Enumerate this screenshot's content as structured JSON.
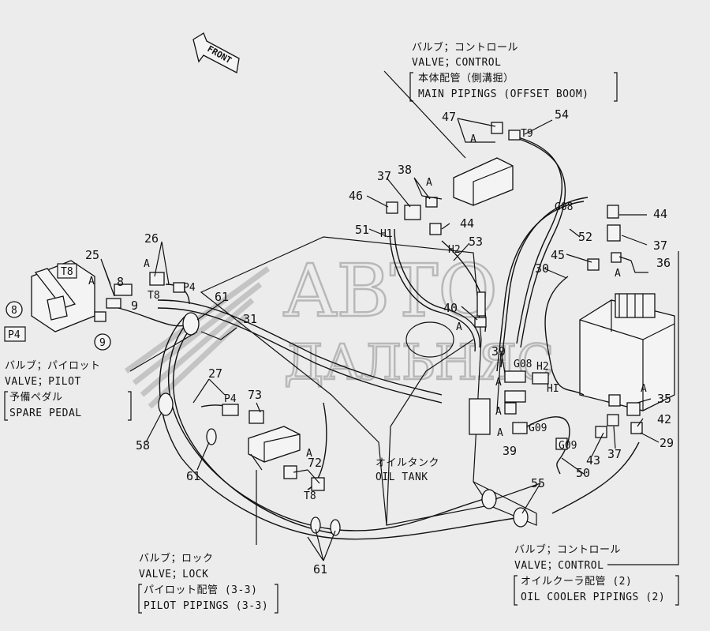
{
  "diagram": {
    "front_label": "FRONT",
    "watermark": [
      "ABTO",
      "ДАЛЬНЯС"
    ],
    "captions": {
      "main_valve_jp": "バルブ；コントロール",
      "main_valve_en": "VALVE；CONTROL",
      "main_pipe_jp": "本体配管（側溝掘）",
      "main_pipe_en": "MAIN PIPINGS (OFFSET BOOM)",
      "pilot_valve_jp": "バルブ；パイロット",
      "pilot_valve_en": "VALVE；PILOT",
      "spare_pedal_jp": "予備ペダル",
      "spare_pedal_en": "SPARE PEDAL",
      "lock_valve_jp": "バルブ；ロック",
      "lock_valve_en": "VALVE；LOCK",
      "pilot_pipe_jp": "パイロット配管 (3-3)",
      "pilot_pipe_en": "PILOT PIPINGS (3-3)",
      "oil_tank_jp": "オイルタンク",
      "oil_tank_en": "OIL TANK",
      "cooler_valve_jp": "バルブ；コントロール",
      "cooler_valve_en": "VALVE；CONTROL",
      "cooler_pipe_jp": "オイルクーラ配管 (2)",
      "cooler_pipe_en": "OIL COOLER PIPINGS (2)"
    },
    "callouts": {
      "c47": "47",
      "c54": "54",
      "c38": "38",
      "c37a": "37",
      "c46": "46",
      "c44a": "44",
      "c44b": "44",
      "c51": "51",
      "c53": "53",
      "c52": "52",
      "c37b": "37",
      "c45": "45",
      "c30": "30",
      "c36": "36",
      "c40": "40",
      "c39a": "39",
      "c39b": "39",
      "c35": "35",
      "c42": "42",
      "c43": "43",
      "c37c": "37",
      "c29": "29",
      "c50": "50",
      "c55": "55",
      "c26": "26",
      "c25": "25",
      "c8a": "8",
      "c9a": "9",
      "c8b": "8",
      "c9b": "9",
      "c61a": "61",
      "c61b": "61",
      "c61c": "61",
      "c31": "31",
      "c27": "27",
      "c73": "73",
      "c58": "58",
      "c72": "72"
    },
    "ports": {
      "T9": "T9",
      "G08a": "G08",
      "G08b": "G08",
      "H1a": "H1",
      "H2a": "H2",
      "H2b": "H2",
      "H1b": "HI",
      "G09a": "G09",
      "G09b": "G09",
      "T8a": "T8",
      "T8b": "T8",
      "T8c": "T8",
      "P4a": "P4",
      "P4b": "P4",
      "P4c": "P4"
    },
    "a_marks": [
      "A",
      "A",
      "A",
      "A",
      "A",
      "A",
      "A",
      "A",
      "A",
      "A",
      "A",
      "A"
    ]
  }
}
